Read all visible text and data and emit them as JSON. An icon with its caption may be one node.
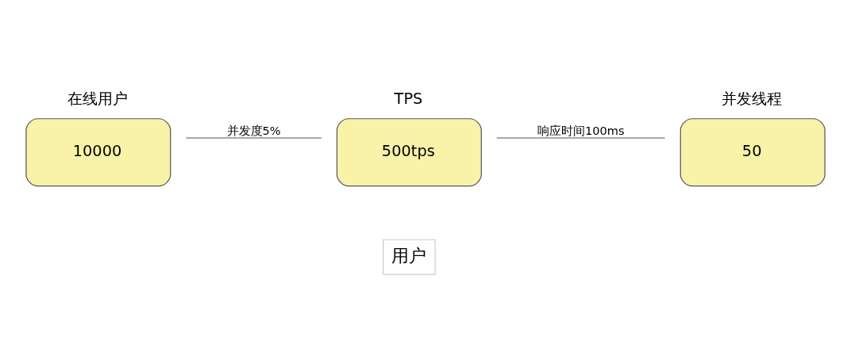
{
  "diagram": {
    "nodes": [
      {
        "text": [
          "在线用户",
          "10000"
        ]
      },
      {
        "text": [
          "TPS",
          "500tps"
        ]
      },
      {
        "text": [
          "并发线程",
          "50"
        ]
      },
      {
        "text": [
          "用户"
        ]
      }
    ],
    "edges": [
      {
        "from": 0,
        "to": 1,
        "arrow": "none",
        "label": "并发度5%"
      },
      {
        "from": 1,
        "to": 2,
        "arrow": "none",
        "label": "响应时间100ms"
      }
    ]
  }
}
